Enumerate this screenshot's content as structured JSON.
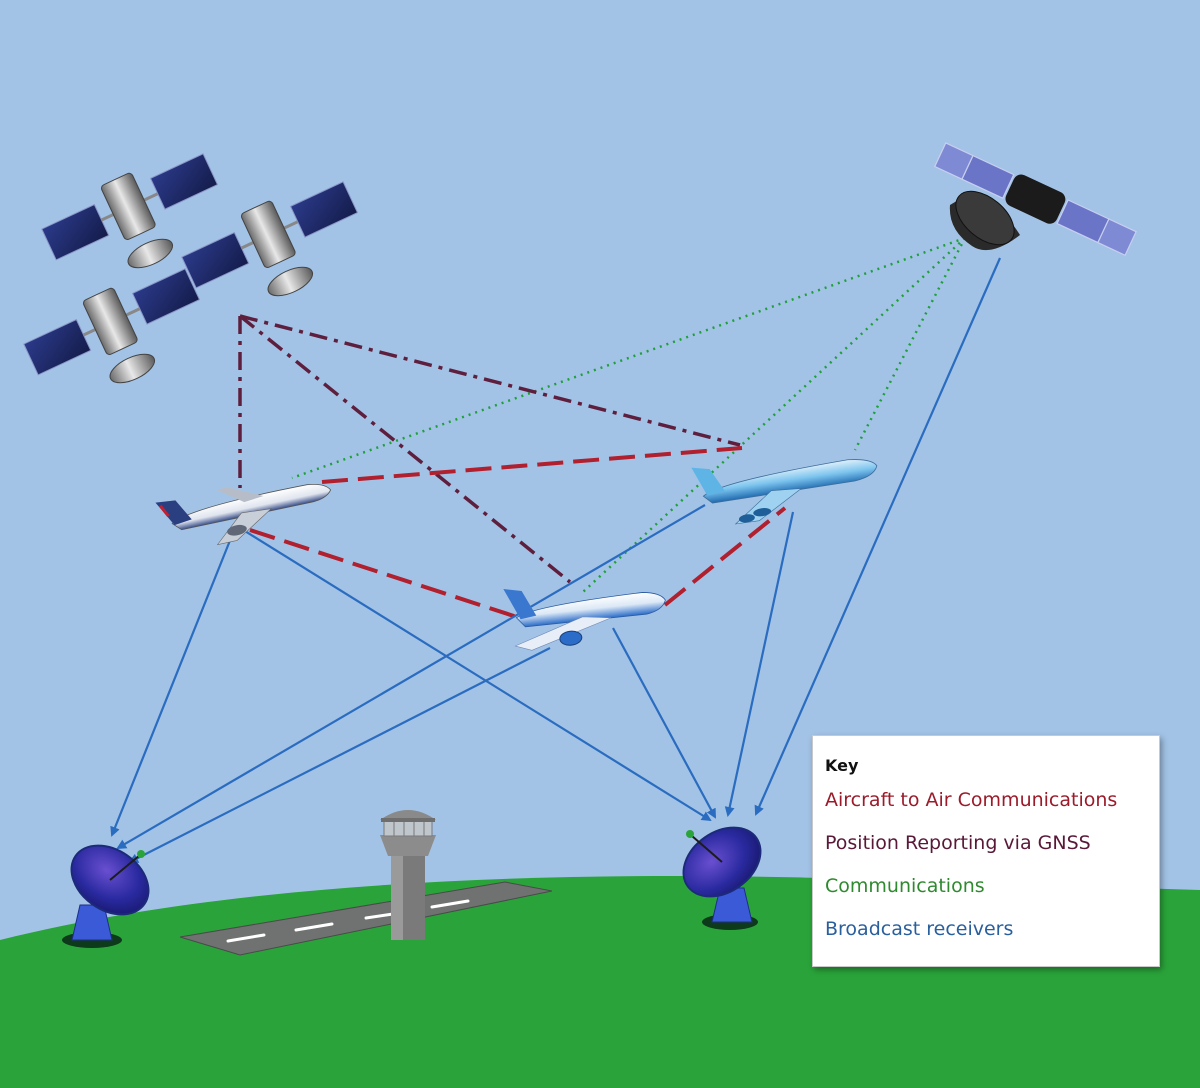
{
  "key": {
    "title": "Key",
    "entries": [
      {
        "label": "Aircraft to Air Communications",
        "color": "#9b1b2a"
      },
      {
        "label": "Position Reporting via GNSS",
        "color": "#5a1838"
      },
      {
        "label": "Communications",
        "color": "#2f8a2f"
      },
      {
        "label": "Broadcast receivers",
        "color": "#2a5f9e"
      }
    ]
  },
  "colors": {
    "sky": "#a3c3e6",
    "ground": "#2aa43a",
    "aircraft_to_air": "#b0202e",
    "gnss": "#5e1f3e",
    "communications": "#1fa03a",
    "broadcast": "#2a6cc0"
  },
  "icons": [
    "gnss-satellite-icon",
    "geostationary-satellite-icon",
    "airliner-icon",
    "radar-dish-icon",
    "control-tower-icon",
    "runway-icon"
  ]
}
